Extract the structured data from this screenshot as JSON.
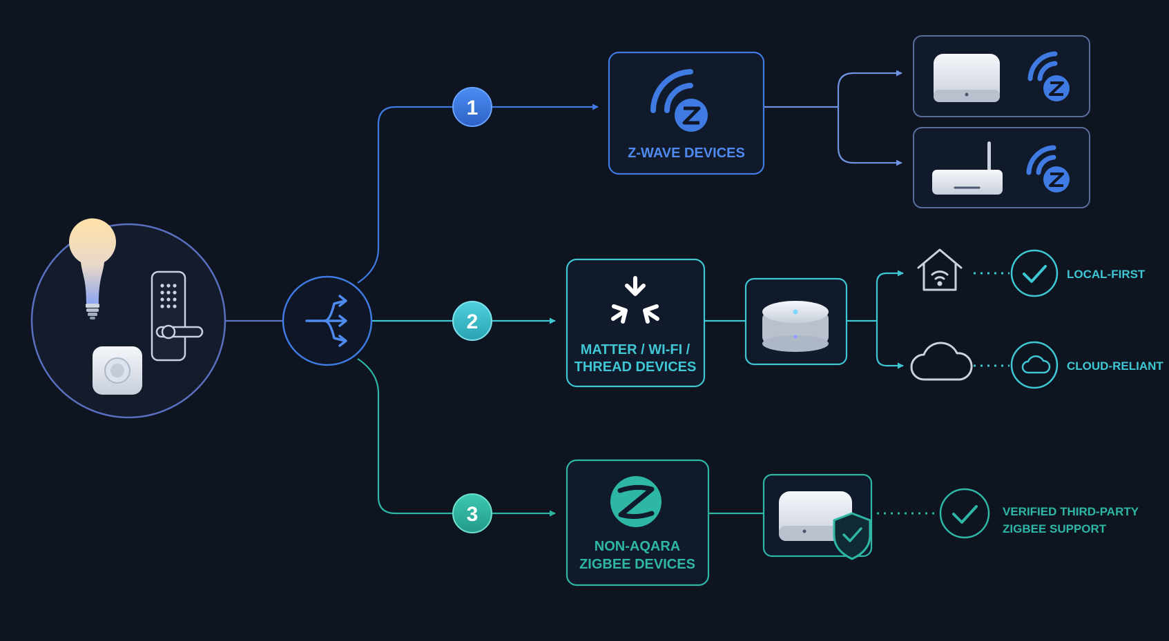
{
  "colors": {
    "background": "#0e1521",
    "zwave_blue": "#3f7be2",
    "teal": "#3fc7d4",
    "green_teal": "#2fb7a6",
    "device_white": "#e9eef6",
    "outline_grey": "#c9d2de"
  },
  "source": {
    "icons": [
      "light-bulb-icon",
      "smart-lock-icon",
      "motion-sensor-icon"
    ]
  },
  "splitter": {
    "icon": "split-arrows-icon"
  },
  "branches": [
    {
      "number": "1",
      "icon": "z-wave-icon",
      "label_lines": [
        "Z-WAVE DEVICES"
      ],
      "outputs": [
        {
          "device": "hub-square-icon",
          "protocol_icon": "z-wave-icon"
        },
        {
          "device": "router-antenna-icon",
          "protocol_icon": "z-wave-icon"
        }
      ]
    },
    {
      "number": "2",
      "icon": "matter-icon",
      "label_lines": [
        "MATTER / WI-FI /",
        "THREAD DEVICES"
      ],
      "hub_icon": "round-hub-icon",
      "outputs": [
        {
          "icon": "home-wifi-icon",
          "status_icon": "check-circle-icon",
          "label": "LOCAL-FIRST"
        },
        {
          "icon": "cloud-icon",
          "status_icon": "cloud-circle-icon",
          "label": "CLOUD-RELIANT"
        }
      ]
    },
    {
      "number": "3",
      "icon": "zigbee-icon",
      "label_lines": [
        "NON-AQARA",
        "ZIGBEE DEVICES"
      ],
      "hub_icon": "hub-shield-icon",
      "outputs": [
        {
          "status_icon": "check-circle-icon",
          "label_lines": [
            "VERIFIED THIRD-PARTY",
            "ZIGBEE SUPPORT"
          ]
        }
      ]
    }
  ]
}
